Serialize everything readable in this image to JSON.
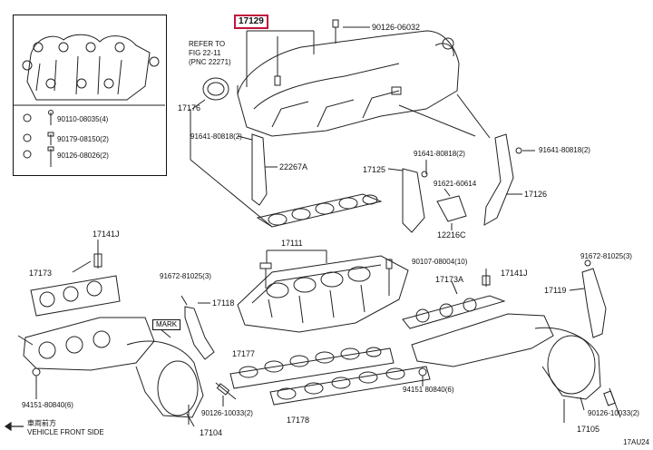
{
  "inset": {
    "rows": [
      {
        "part": "90110-08035",
        "qty": "(4)"
      },
      {
        "part": "90179-08150",
        "qty": "(2)"
      },
      {
        "part": "90126-08026",
        "qty": "(2)"
      }
    ]
  },
  "refer_note": {
    "line1": "REFER TO",
    "line2": "FIG 22-11",
    "line3": "(PNC 22271)"
  },
  "highlight_part": "17129",
  "labels": {
    "p90126_06032": "90126-06032",
    "p17176": "17176",
    "p91641_left": "91641-80818(2)",
    "p22267A": "22267A",
    "p91641_right_a": "91641-80818(2)",
    "p91641_right_b": "91641-80818(2)",
    "p17125": "17125",
    "p91621": "91621-60614",
    "p17126": "17126",
    "p12216C": "12216C",
    "p17141J_left": "17141J",
    "p17111": "17111",
    "p90107": "90107-08004(10)",
    "p17141J_right": "17141J",
    "p91672_right": "91672-81025(3)",
    "p17173": "17173",
    "p91672_left": "91672-81025(3)",
    "p17173A": "17173A",
    "p17118": "17118",
    "p17119": "17119",
    "p17177": "17177",
    "p94151_left": "94151-80840(6)",
    "p94151_right": "94151 80840(6)",
    "p90126_left": "90126-10033(2)",
    "p17178": "17178",
    "p90126_right": "90126-10033(2)",
    "p17104": "17104",
    "p17105": "17105"
  },
  "mark_label": "MARK",
  "vehicle_note": {
    "line1": "車両前方",
    "line2": "VEHICLE FRONT SIDE"
  },
  "figure_code": "17AU24",
  "colors": {
    "line": "#222222",
    "highlight": "#c0143c"
  }
}
